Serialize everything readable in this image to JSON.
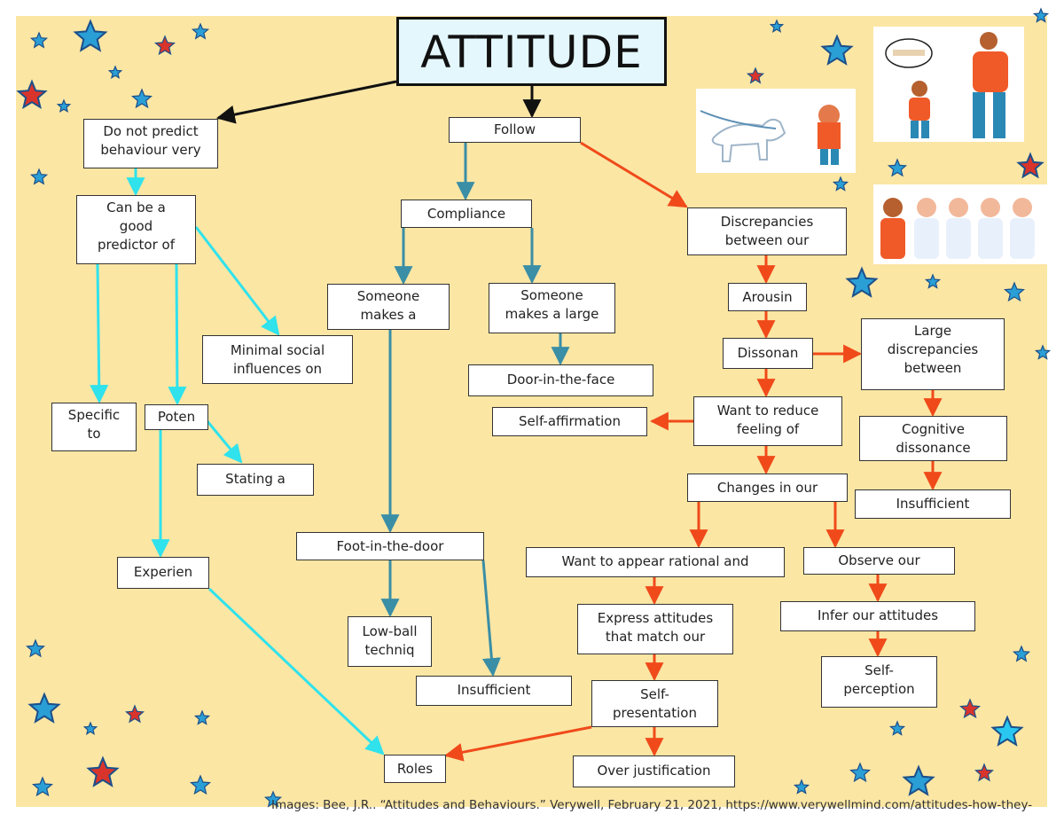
{
  "title": "ATTITUDE",
  "colors": {
    "background": "#fbe6a4",
    "cyan": "#2fe2ec",
    "teal": "#3a8ea6",
    "orange": "#f04a1a",
    "black": "#111111",
    "node_border": "#333333"
  },
  "nodes": {
    "do_not_predict": "Do not predict\nbehaviour very",
    "good_predictor": "Can be a\ngood\npredictor of",
    "minimal_social": "Minimal social\ninfluences on",
    "specific": "Specific\nto",
    "poten": "Poten",
    "stating": "Stating a",
    "experien": "Experien",
    "roles": "Roles",
    "follow": "Follow",
    "compliance": "Compliance",
    "someone_makes_a": "Someone\nmakes a",
    "someone_large": "Someone\nmakes a large",
    "door_in_face": "Door-in-the-face",
    "foot_in_door": "Foot-in-the-door",
    "low_ball": "Low-ball\ntechniq",
    "insufficient_left": "Insufficient",
    "self_affirmation": "Self-affirmation",
    "discrepancies": "Discrepancies\nbetween our",
    "arousin": "Arousin",
    "dissonan": "Dissonan",
    "large_discrepancies": "Large\ndiscrepancies\nbetween",
    "want_reduce": "Want to reduce\nfeeling of",
    "cognitive": "Cognitive\ndissonance",
    "insufficient_right": "Insufficient",
    "changes": "Changes in our",
    "want_appear": "Want to appear rational and",
    "observe": "Observe our",
    "express": "Express attitudes\nthat match our",
    "infer": "Infer our attitudes",
    "self_presentation": "Self-\npresentation",
    "self_perception": "Self-\nperception",
    "over_justification": "Over justification"
  },
  "caption": "Images: Bee, J.R.. “Attitudes and Behaviours.” Verywell, February 21, 2021, https://www.verywellmind.com/attitudes-how-they-",
  "illustrations": [
    "dog-barking-at-child",
    "father-smoking-with-child",
    "conformity-group"
  ],
  "decor": [
    "star-icon"
  ]
}
